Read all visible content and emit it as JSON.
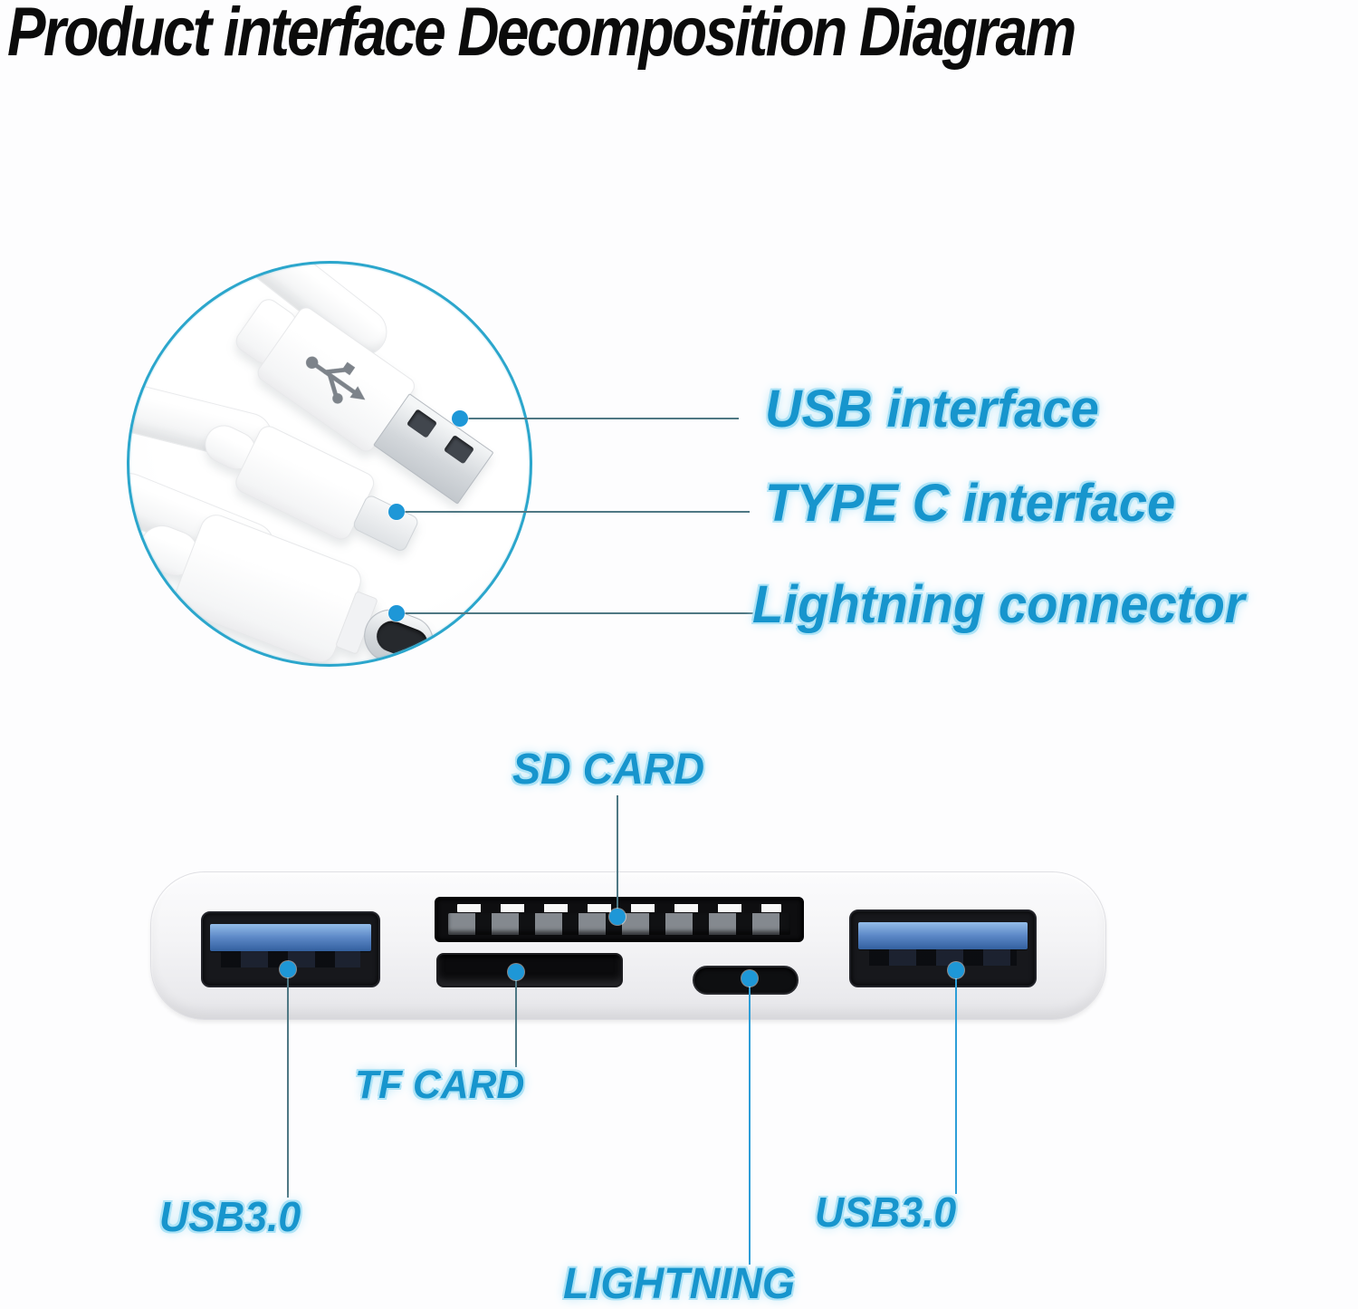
{
  "title": "Product interface Decomposition Diagram",
  "cable_callouts": {
    "usb": "USB interface",
    "type_c": "TYPE C interface",
    "lightning": "Lightning connector"
  },
  "hub_callouts": {
    "sd": "SD CARD",
    "tf": "TF CARD",
    "usb30_left": "USB3.0",
    "usb30_right": "USB3.0",
    "lightning": "LIGHTNING"
  },
  "icons": {
    "usb_logo": "usb-trident"
  },
  "colors": {
    "label_blue": "#1795cd",
    "label_glow": "#aee3f6",
    "line_teal": "#4f7884",
    "line_blue": "#2d9ed8",
    "dot_blue": "#1e97d7",
    "circle_stroke": "#2ba6cc",
    "usb_tongue_top": "#93bce8",
    "usb_tongue_bottom": "#33609f",
    "title_black": "#0b0b0b"
  }
}
